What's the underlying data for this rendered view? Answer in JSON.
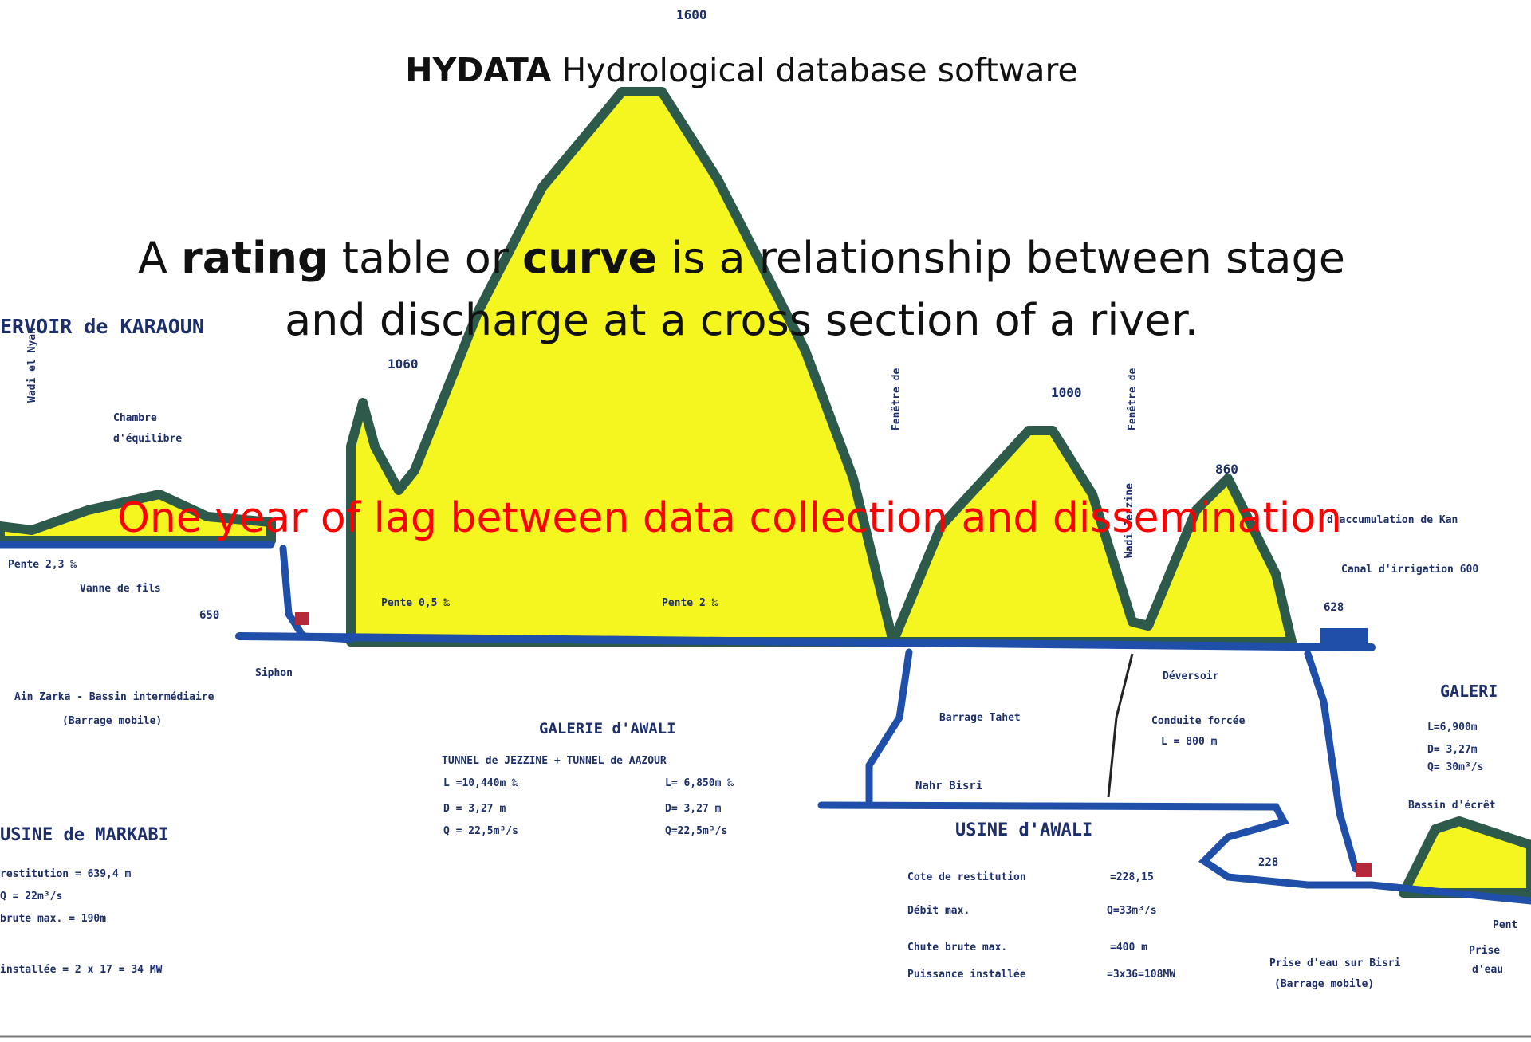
{
  "slide": {
    "title_bold": "HYDATA",
    "title_rest": " Hydrological database software",
    "statement": {
      "p1": "A ",
      "b1": "rating",
      "p2": " table or ",
      "b2": "curve",
      "p3": " is a relationship between stage",
      "line2": "and discharge at a cross section of a river."
    },
    "callout": "One year of lag between data collection and dissemination"
  },
  "colors": {
    "mountain_fill": "#f5f51f",
    "outline": "#2d5a4a",
    "water": "#1f4fa8",
    "label": "#1d2f6b",
    "callout": "#ff0000"
  },
  "diagram_labels": {
    "peak_1600": "1600",
    "peak_1060": "1060",
    "peak_1000": "1000",
    "peak_860": "860",
    "reservoir": "ERVOIR de KARAOUN",
    "vert_left": "Wadi el Nyan",
    "chamber": [
      "Chambre",
      "d'équilibre"
    ],
    "slope_left": "Pente 2,3 ‰",
    "valve": "Vanne de fils",
    "elev_650": "650",
    "siphon": "Siphon",
    "ain_zarka": "Ain Zarka - Bassin intermédiaire",
    "barrage_mobile_1": "(Barrage mobile)",
    "usine_markabi": "USINE de MARKABI",
    "markabi_spec": [
      "restitution = 639,4 m",
      "Q = 22m³/s",
      "brute max. = 190m",
      "installée = 2 x 17 = 34 MW"
    ],
    "slope_1": "Pente 0,5 ‰",
    "slope_2": "Pente 2 ‰",
    "galerie_awali": "GALERIE d'AWALI",
    "tunnels": "TUNNEL de JEZZINE + TUNNEL de AAZOUR",
    "tunnel_spec_l": [
      "L =10,440m ‰",
      "D = 3,27 m",
      "Q = 22,5m³/s"
    ],
    "tunnel_spec_r": [
      "L= 6,850m ‰",
      "D= 3,27 m",
      "Q=22,5m³/s"
    ],
    "vert_mid": "Fenêtre de",
    "vert_right1": "Wadi Jezzine",
    "vert_right2": "Fenêtre de",
    "barrage_tahet": "Barrage Tahet",
    "nahr_bisri": "Nahr Bisri",
    "deversoir": "Déversoir",
    "conduite": [
      "Conduite forcée",
      "L = 800 m"
    ],
    "usine_awali": "USINE d'AWALI",
    "awali_spec_l": [
      "Cote de restitution",
      "Débit max.",
      "Chute brute max.",
      "Puissance installée"
    ],
    "awali_spec_r": [
      "=228,15",
      "Q=33m³/s",
      "=400 m",
      "=3x36=108MW"
    ],
    "elev_228": "228",
    "elev_628": "628",
    "prise_bisri": [
      "Prise d'eau sur Bisri",
      "(Barrage mobile)"
    ],
    "accumulation": "d'accumulation de Kan",
    "canal": "Canal d'irrigation 600",
    "galerie_right": "GALERI",
    "galerie_right_spec": [
      "L=6,900m",
      "D= 3,27m",
      "Q= 30m³/s"
    ],
    "bassin": "Bassin d'écrêt",
    "pente_r": "Pent",
    "prise_r": [
      "Prise",
      "d'eau"
    ]
  }
}
